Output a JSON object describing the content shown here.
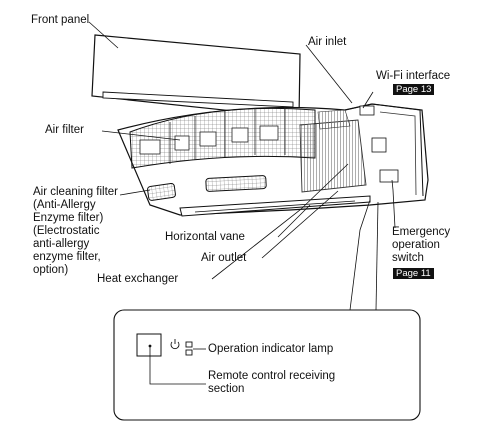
{
  "labels": {
    "front_panel": "Front panel",
    "air_inlet": "Air inlet",
    "wifi_interface": "Wi-Fi interface",
    "wifi_page": "Page 13",
    "air_filter": "Air filter",
    "air_cleaning_filter": [
      "Air cleaning filter",
      "(Anti-Allergy",
      "Enzyme filter)",
      "(Electrostatic",
      "anti-allergy",
      "enzyme filter,",
      "option)"
    ],
    "horizontal_vane": "Horizontal vane",
    "air_outlet": "Air outlet",
    "heat_exchanger": "Heat exchanger",
    "emergency_switch": [
      "Emergency",
      "operation",
      "switch"
    ],
    "emergency_page": "Page 11",
    "operation_indicator_lamp": "Operation indicator lamp",
    "remote_receiving": [
      "Remote control receiving",
      "section"
    ]
  },
  "icons": {
    "power": "power-symbol-icon",
    "lamp": "indicator-lamp-icon"
  }
}
